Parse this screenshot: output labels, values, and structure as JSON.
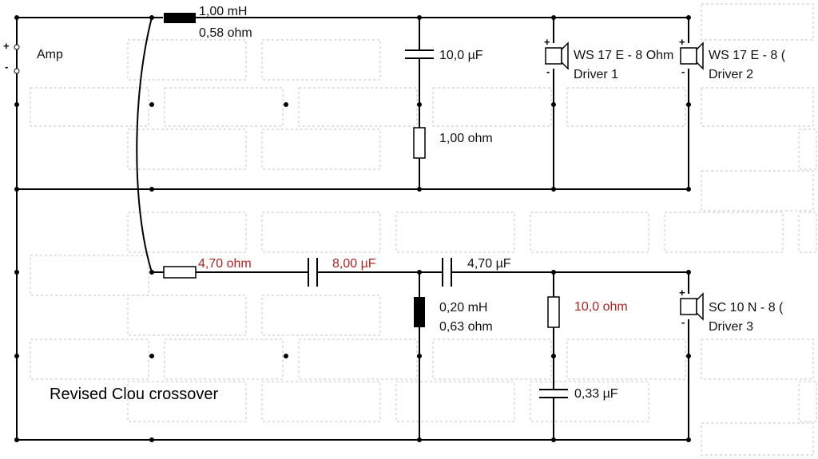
{
  "diagram": {
    "caption": "Revised Clou crossover",
    "source": {
      "label": "Amp",
      "plus": "+",
      "minus": "-"
    },
    "components": {
      "l1": {
        "value": "1,00 mH",
        "resistance": "0,58 ohm"
      },
      "c1": {
        "value": "10,0 µF"
      },
      "r1": {
        "value": "1,00 ohm"
      },
      "r2": {
        "value": "4,70 ohm"
      },
      "c2": {
        "value": "8,00 µF"
      },
      "c3": {
        "value": "4,70 µF"
      },
      "l2": {
        "value": "0,20 mH",
        "resistance": "0,63 ohm"
      },
      "r3": {
        "value": "10,0 ohm"
      },
      "c4": {
        "value": "0,33 µF"
      }
    },
    "drivers": [
      {
        "model": "WS 17 E - 8 Ohm",
        "name": "Driver 1"
      },
      {
        "model": "WS 17 E - 8 (",
        "name": "Driver 2"
      },
      {
        "model": "SC 10 N - 8 (",
        "name": "Driver 3"
      }
    ],
    "polarity": {
      "plus": "+",
      "minus": "-"
    },
    "colors": {
      "wire": "#000000",
      "highlight": "#b22222",
      "grid": "#c6c6c6"
    }
  }
}
